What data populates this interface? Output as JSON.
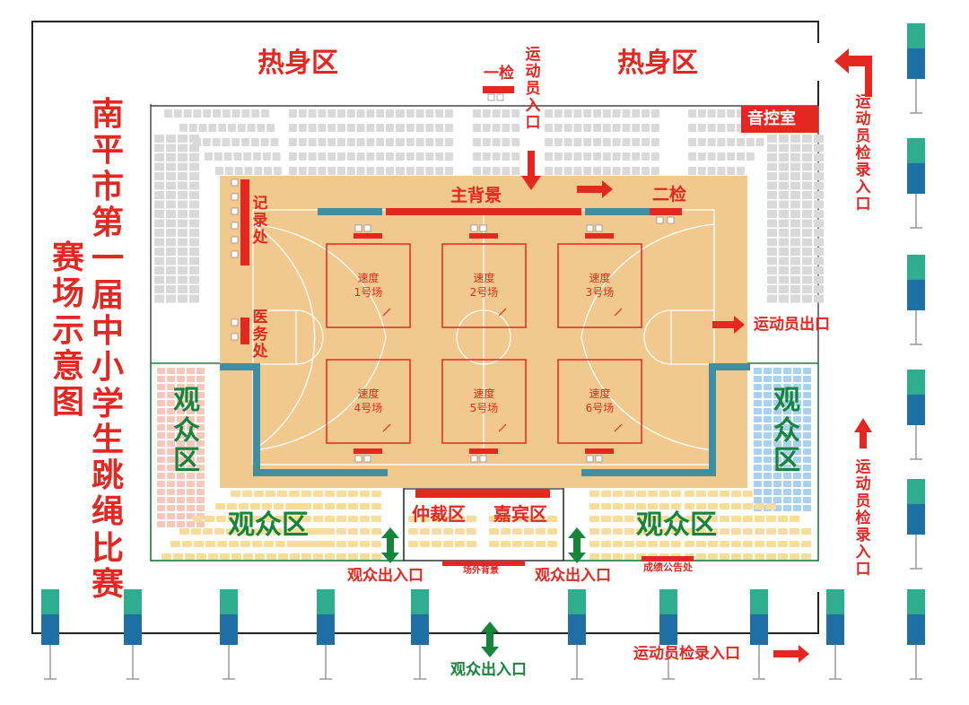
{
  "colors": {
    "red": "#e52722",
    "green": "#17843b",
    "court_wood": "#f1c98e",
    "seat_grey": "#d9d9d9",
    "seat_yellow": "#f8dd9a",
    "seat_blue": "#a9d2f2",
    "seat_pink": "#f6c8bc",
    "teal_bar": "#3e8fa1"
  },
  "title": [
    "南",
    "平",
    "市",
    "第",
    "一",
    "届",
    "中",
    "小",
    "学",
    "生",
    "跳",
    "绳",
    "比",
    "赛"
  ],
  "subtitle": [
    "赛",
    "场",
    "示",
    "意",
    "图"
  ],
  "zones": {
    "warmup_left": "热身区",
    "warmup_right": "热身区",
    "control_room": "音控室",
    "main_backdrop": "主背景",
    "first_check": "一检",
    "second_check": "二检",
    "records": [
      "记",
      "录",
      "处"
    ],
    "medical": [
      "医",
      "务",
      "处"
    ],
    "audience_left": [
      "观",
      "众",
      "区"
    ],
    "audience_right": [
      "观",
      "众",
      "区"
    ],
    "audience_bottom_left": "观众区",
    "audience_bottom_right": "观众区",
    "referee": "仲裁区",
    "guest": "嘉宾区",
    "outer_backdrop": "场外背景",
    "results_board": "成绩公告处"
  },
  "courts": [
    {
      "line1": "速度",
      "line2": "1号场"
    },
    {
      "line1": "速度",
      "line2": "2号场"
    },
    {
      "line1": "速度",
      "line2": "3号场"
    },
    {
      "line1": "速度",
      "line2": "4号场"
    },
    {
      "line1": "速度",
      "line2": "5号场"
    },
    {
      "line1": "速度",
      "line2": "6号场"
    }
  ],
  "entrances": {
    "athlete_entrance_top": [
      "运",
      "动",
      "员",
      "入",
      "口"
    ],
    "athlete_exit": "运动员出口",
    "athlete_checkin_upper": [
      "运",
      "动",
      "员",
      "检",
      "录",
      "入",
      "口"
    ],
    "athlete_checkin_lower": [
      "运",
      "动",
      "员",
      "检",
      "录",
      "入",
      "口"
    ],
    "athlete_checkin_bottom": "运动员检录入口",
    "audience_exit_left": "观众出入口",
    "audience_exit_center": "观众出入口",
    "audience_exit_bottom": "观众出入口"
  },
  "banner_icon": "vertical-roll-up-banner"
}
